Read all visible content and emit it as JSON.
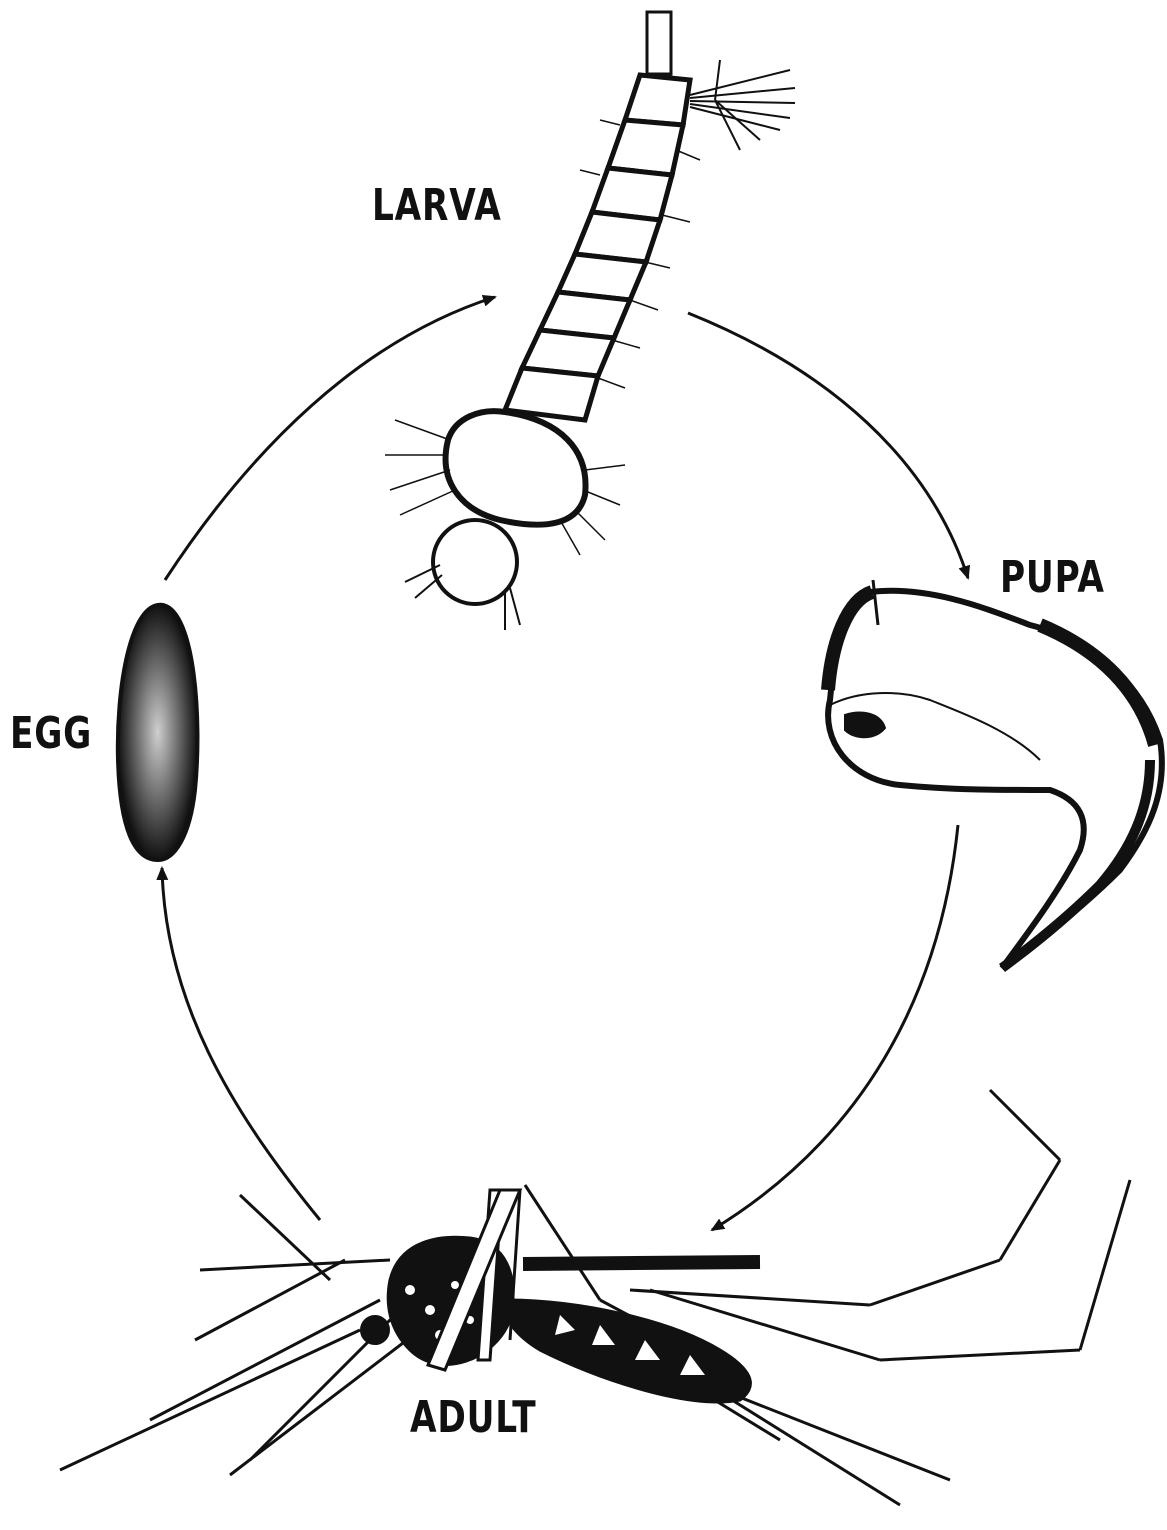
{
  "diagram": {
    "stages": [
      {
        "id": "larva",
        "label": "LARVA"
      },
      {
        "id": "pupa",
        "label": "PUPA"
      },
      {
        "id": "egg",
        "label": "EGG"
      },
      {
        "id": "adult",
        "label": "ADULT"
      }
    ],
    "cycle_order": [
      "egg",
      "larva",
      "pupa",
      "adult"
    ],
    "colors": {
      "ink": "#111111",
      "background": "#ffffff"
    }
  }
}
